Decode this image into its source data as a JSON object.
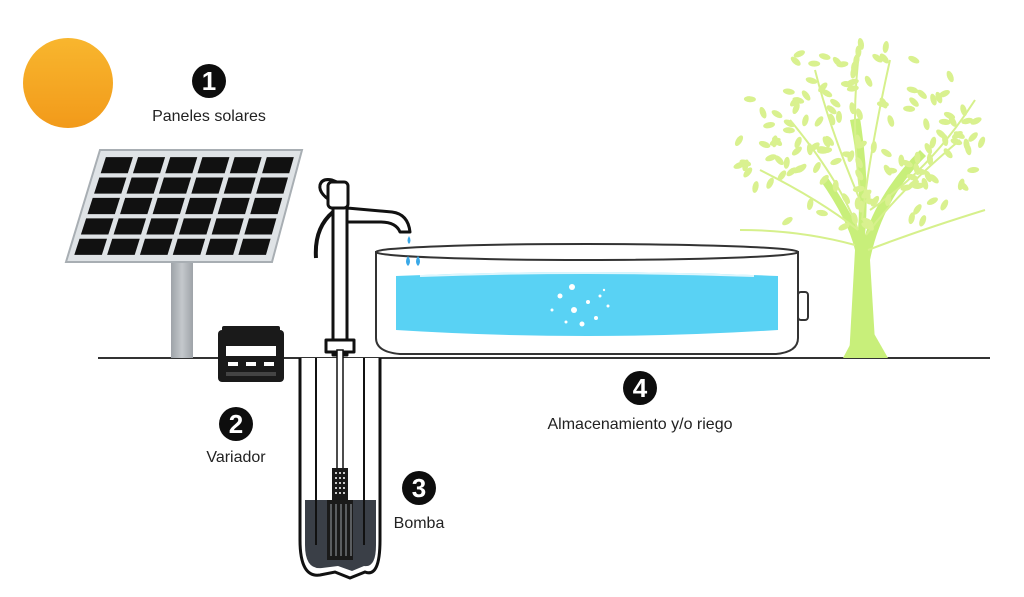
{
  "colors": {
    "sun": "#f5a623",
    "panel_frame": "#c9ced3",
    "panel_cell": "#111111",
    "water": "#59d2f4",
    "tree": "#c8ef7a",
    "ground_line": "#333333",
    "badge": "#0d0d0d"
  },
  "icons": [
    "sun-icon",
    "solar-panel-icon",
    "variator-icon",
    "hand-pump-icon",
    "submersible-pump-icon",
    "water-tank-icon",
    "tree-icon"
  ],
  "steps": [
    {
      "number": "1",
      "label": "Paneles solares"
    },
    {
      "number": "2",
      "label": "Variador"
    },
    {
      "number": "3",
      "label": "Bomba"
    },
    {
      "number": "4",
      "label": "Almacenamiento y/o riego"
    }
  ]
}
